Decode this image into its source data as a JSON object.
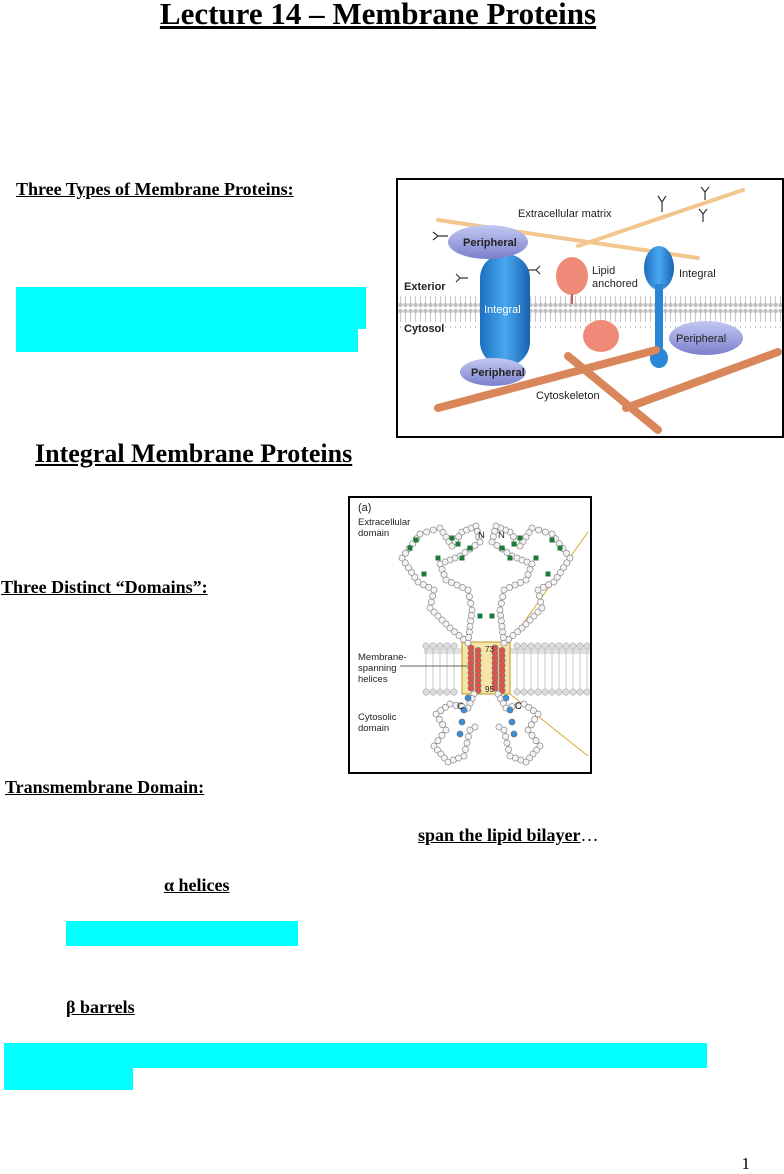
{
  "title": "Lecture 14 – Membrane Proteins",
  "section1": {
    "heading": "Three Types of Membrane Proteins:"
  },
  "figure1": {
    "labels": {
      "extracellular_matrix": "Extracellular matrix",
      "peripheral_top": "Peripheral",
      "integral_left": "Integral",
      "lipid": "Lipid",
      "anchored": "anchored",
      "integral_right": "Integral",
      "exterior": "Exterior",
      "cytosol": "Cytosol",
      "peripheral_right": "Peripheral",
      "peripheral_bottom": "Peripheral",
      "cytoskeleton": "Cytoskeleton"
    },
    "colors": {
      "peripheral": "#8a8fd8",
      "integral": "#2a86d6",
      "lipid_anchored": "#f08a78",
      "fiber_matrix": "#f2c68c",
      "cytoskeleton": "#d9875a"
    }
  },
  "section2": {
    "heading": "Integral Membrane Proteins",
    "domains_label": "Three Distinct “Domains”:",
    "transmembrane_label": "Transmembrane Domain:",
    "span_text": "span the lipid bilayer",
    "span_suffix": "…",
    "alpha": "α helices",
    "beta": "β barrels"
  },
  "figure2": {
    "panel": "(a)",
    "extracellular_1": "Extracellular",
    "extracellular_2": "domain",
    "membrane_1": "Membrane-",
    "membrane_2": "spanning",
    "membrane_3": "helices",
    "cytosolic_1": "Cytosolic",
    "cytosolic_2": "domain",
    "n_left": "N",
    "n_right": "N",
    "c_left": "C",
    "c_right": "C",
    "res_73": "73",
    "res_95": "95"
  },
  "page_number": "1",
  "highlight_color": "#00ffff"
}
